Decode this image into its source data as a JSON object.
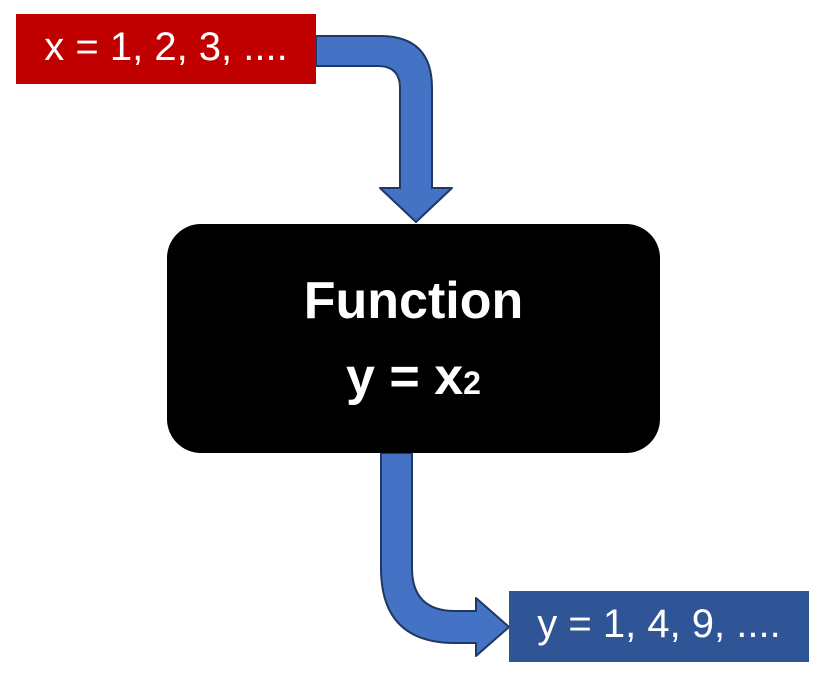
{
  "input": {
    "label": "x = 1, 2, 3, ...."
  },
  "function": {
    "title": "Function",
    "equation_lhs": "y = x",
    "equation_exponent": "2"
  },
  "output": {
    "label": "y = 1, 4, 9, ...."
  },
  "colors": {
    "input_bg": "#c00000",
    "output_bg": "#2f5597",
    "arrow_fill": "#4472c4",
    "arrow_stroke": "#1f3864",
    "function_bg": "#000000",
    "text": "#ffffff"
  }
}
